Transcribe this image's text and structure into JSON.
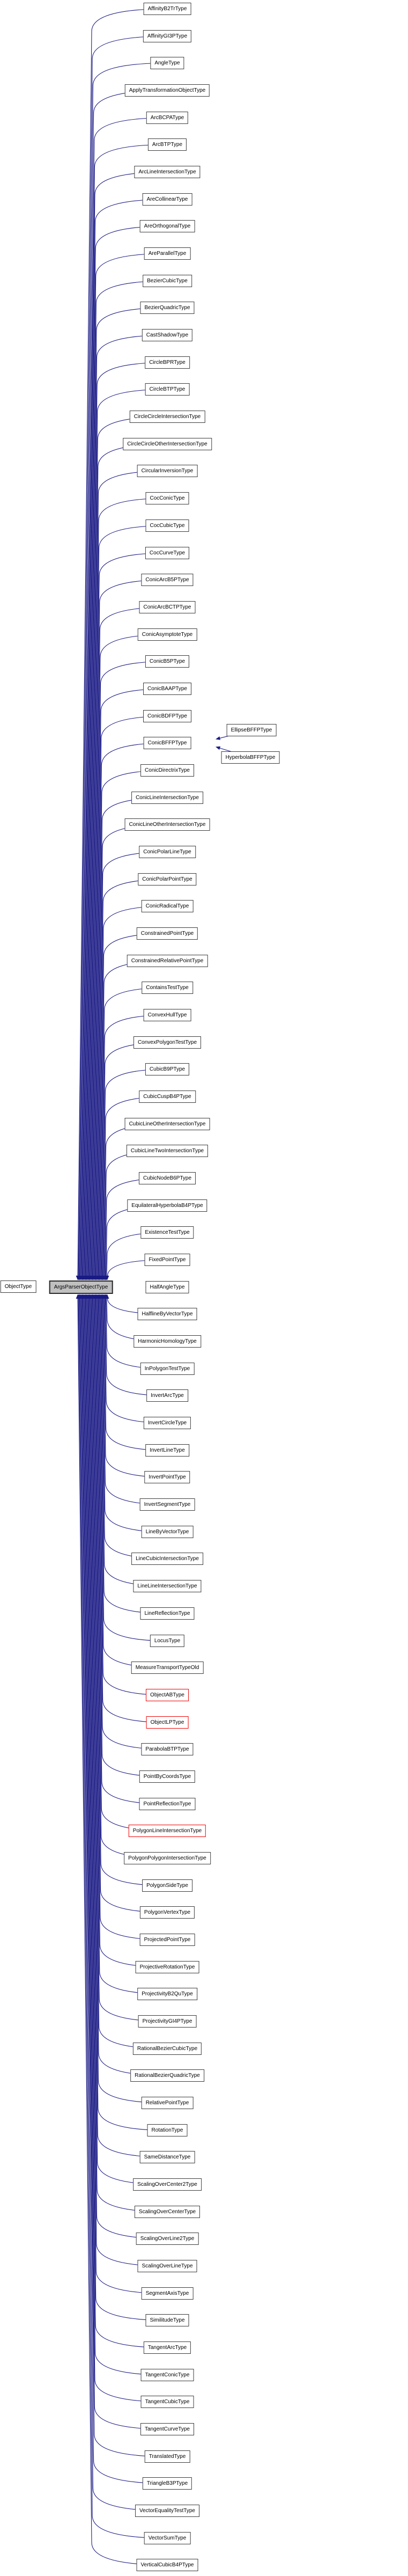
{
  "diagram": {
    "base_node": {
      "label": "ObjectType"
    },
    "hub_node": {
      "label": "ArgsParserObjectType"
    },
    "derived_nodes": [
      {
        "label": "AffinityB2TrType",
        "border": "normal"
      },
      {
        "label": "AffinityGI3PType",
        "border": "normal"
      },
      {
        "label": "AngleType",
        "border": "normal"
      },
      {
        "label": "ApplyTransformationObjectType",
        "border": "normal"
      },
      {
        "label": "ArcBCPAType",
        "border": "normal"
      },
      {
        "label": "ArcBTPType",
        "border": "normal"
      },
      {
        "label": "ArcLineIntersectionType",
        "border": "normal"
      },
      {
        "label": "AreCollinearType",
        "border": "normal"
      },
      {
        "label": "AreOrthogonalType",
        "border": "normal"
      },
      {
        "label": "AreParallelType",
        "border": "normal"
      },
      {
        "label": "BezierCubicType",
        "border": "normal"
      },
      {
        "label": "BezierQuadricType",
        "border": "normal"
      },
      {
        "label": "CastShadowType",
        "border": "normal"
      },
      {
        "label": "CircleBPRType",
        "border": "normal"
      },
      {
        "label": "CircleBTPType",
        "border": "normal"
      },
      {
        "label": "CircleCircleIntersectionType",
        "border": "normal"
      },
      {
        "label": "CircleCircleOtherIntersectionType",
        "border": "normal"
      },
      {
        "label": "CircularInversionType",
        "border": "normal"
      },
      {
        "label": "CocConicType",
        "border": "normal"
      },
      {
        "label": "CocCubicType",
        "border": "normal"
      },
      {
        "label": "CocCurveType",
        "border": "normal"
      },
      {
        "label": "ConicArcB5PType",
        "border": "normal"
      },
      {
        "label": "ConicArcBCTPType",
        "border": "normal"
      },
      {
        "label": "ConicAsymptoteType",
        "border": "normal"
      },
      {
        "label": "ConicB5PType",
        "border": "normal"
      },
      {
        "label": "ConicBAAPType",
        "border": "normal"
      },
      {
        "label": "ConicBDFPType",
        "border": "normal"
      },
      {
        "label": "ConicBFFPType",
        "border": "normal"
      },
      {
        "label": "ConicDirectrixType",
        "border": "normal"
      },
      {
        "label": "ConicLineIntersectionType",
        "border": "normal"
      },
      {
        "label": "ConicLineOtherIntersectionType",
        "border": "normal"
      },
      {
        "label": "ConicPolarLineType",
        "border": "normal"
      },
      {
        "label": "ConicPolarPointType",
        "border": "normal"
      },
      {
        "label": "ConicRadicalType",
        "border": "normal"
      },
      {
        "label": "ConstrainedPointType",
        "border": "normal"
      },
      {
        "label": "ConstrainedRelativePointType",
        "border": "normal"
      },
      {
        "label": "ContainsTestType",
        "border": "normal"
      },
      {
        "label": "ConvexHullType",
        "border": "normal"
      },
      {
        "label": "ConvexPolygonTestType",
        "border": "normal"
      },
      {
        "label": "CubicB9PType",
        "border": "normal"
      },
      {
        "label": "CubicCuspB4PType",
        "border": "normal"
      },
      {
        "label": "CubicLineOtherIntersectionType",
        "border": "normal"
      },
      {
        "label": "CubicLineTwoIntersectionType",
        "border": "normal"
      },
      {
        "label": "CubicNodeB6PType",
        "border": "normal"
      },
      {
        "label": "EquilateralHyperbolaB4PType",
        "border": "normal"
      },
      {
        "label": "ExistenceTestType",
        "border": "normal"
      },
      {
        "label": "FixedPointType",
        "border": "normal"
      },
      {
        "label": "HalfAngleType",
        "border": "normal"
      },
      {
        "label": "HalflineByVectorType",
        "border": "normal"
      },
      {
        "label": "HarmonicHomologyType",
        "border": "normal"
      },
      {
        "label": "InPolygonTestType",
        "border": "normal"
      },
      {
        "label": "InvertArcType",
        "border": "normal"
      },
      {
        "label": "InvertCircleType",
        "border": "normal"
      },
      {
        "label": "InvertLineType",
        "border": "normal"
      },
      {
        "label": "InvertPointType",
        "border": "normal"
      },
      {
        "label": "InvertSegmentType",
        "border": "normal"
      },
      {
        "label": "LineByVectorType",
        "border": "normal"
      },
      {
        "label": "LineCubicIntersectionType",
        "border": "normal"
      },
      {
        "label": "LineLineIntersectionType",
        "border": "normal"
      },
      {
        "label": "LineReflectionType",
        "border": "normal"
      },
      {
        "label": "LocusType",
        "border": "normal"
      },
      {
        "label": "MeasureTransportTypeOld",
        "border": "normal"
      },
      {
        "label": "ObjectABType",
        "border": "red"
      },
      {
        "label": "ObjectLPType",
        "border": "red"
      },
      {
        "label": "ParabolaBTPType",
        "border": "normal"
      },
      {
        "label": "PointByCoordsType",
        "border": "normal"
      },
      {
        "label": "PointReflectionType",
        "border": "normal"
      },
      {
        "label": "PolygonLineIntersectionType",
        "border": "red"
      },
      {
        "label": "PolygonPolygonIntersectionType",
        "border": "normal"
      },
      {
        "label": "PolygonSideType",
        "border": "normal"
      },
      {
        "label": "PolygonVertexType",
        "border": "normal"
      },
      {
        "label": "ProjectedPointType",
        "border": "normal"
      },
      {
        "label": "ProjectiveRotationType",
        "border": "normal"
      },
      {
        "label": "ProjectivityB2QuType",
        "border": "normal"
      },
      {
        "label": "ProjectivityGI4PType",
        "border": "normal"
      },
      {
        "label": "RationalBezierCubicType",
        "border": "normal"
      },
      {
        "label": "RationalBezierQuadricType",
        "border": "normal"
      },
      {
        "label": "RelativePointType",
        "border": "normal"
      },
      {
        "label": "RotationType",
        "border": "normal"
      },
      {
        "label": "SameDistanceType",
        "border": "normal"
      },
      {
        "label": "ScalingOverCenter2Type",
        "border": "normal"
      },
      {
        "label": "ScalingOverCenterType",
        "border": "normal"
      },
      {
        "label": "ScalingOverLine2Type",
        "border": "normal"
      },
      {
        "label": "ScalingOverLineType",
        "border": "normal"
      },
      {
        "label": "SegmentAxisType",
        "border": "normal"
      },
      {
        "label": "SimilitudeType",
        "border": "normal"
      },
      {
        "label": "TangentArcType",
        "border": "normal"
      },
      {
        "label": "TangentConicType",
        "border": "normal"
      },
      {
        "label": "TangentCubicType",
        "border": "normal"
      },
      {
        "label": "TangentCurveType",
        "border": "normal"
      },
      {
        "label": "TranslatedType",
        "border": "normal"
      },
      {
        "label": "TriangleB3PType",
        "border": "normal"
      },
      {
        "label": "VectorEqualityTestType",
        "border": "normal"
      },
      {
        "label": "VectorSumType",
        "border": "normal"
      },
      {
        "label": "VerticalCubicB4PType",
        "border": "normal"
      }
    ],
    "sub_nodes": [
      {
        "label": "EllipseBFFPType",
        "parent": "ConicBFFPType"
      },
      {
        "label": "HyperbolaBFFPType",
        "parent": "ConicBFFPType"
      }
    ],
    "colors": {
      "edge": "#1b1b85",
      "node_border": "#3c3c3c",
      "red_border": "#ee0000",
      "hub_fill": "#c0c0c0",
      "node_fill": "#ffffff",
      "text": "#000000"
    }
  }
}
